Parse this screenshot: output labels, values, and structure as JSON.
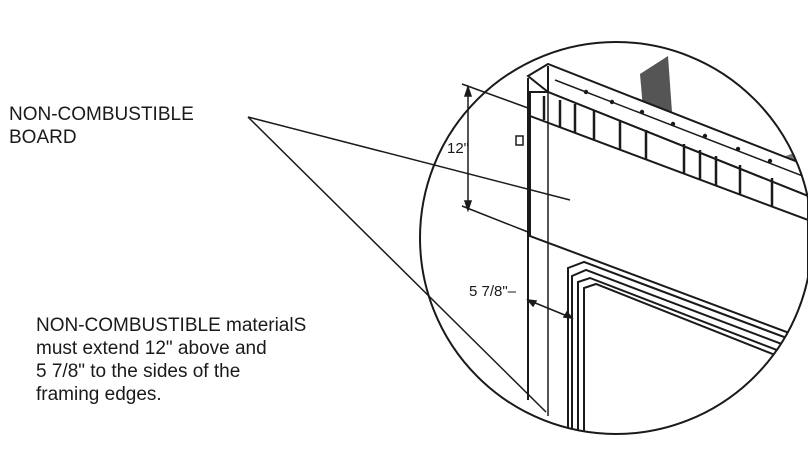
{
  "callouts": {
    "board_label": [
      "NON-COMBUSTIBLE",
      "BOARD"
    ],
    "requirement_note": [
      "NON-COMBUSTIBLE materialS",
      "must extend  12\" above and",
      "5 7/8\" to the sides of the",
      "framing edges."
    ]
  },
  "dimensions": {
    "height_above": "12\"",
    "side_clearance": "5 7/8\"–"
  },
  "colors": {
    "ink": "#1a1a1a",
    "background": "#ffffff"
  }
}
